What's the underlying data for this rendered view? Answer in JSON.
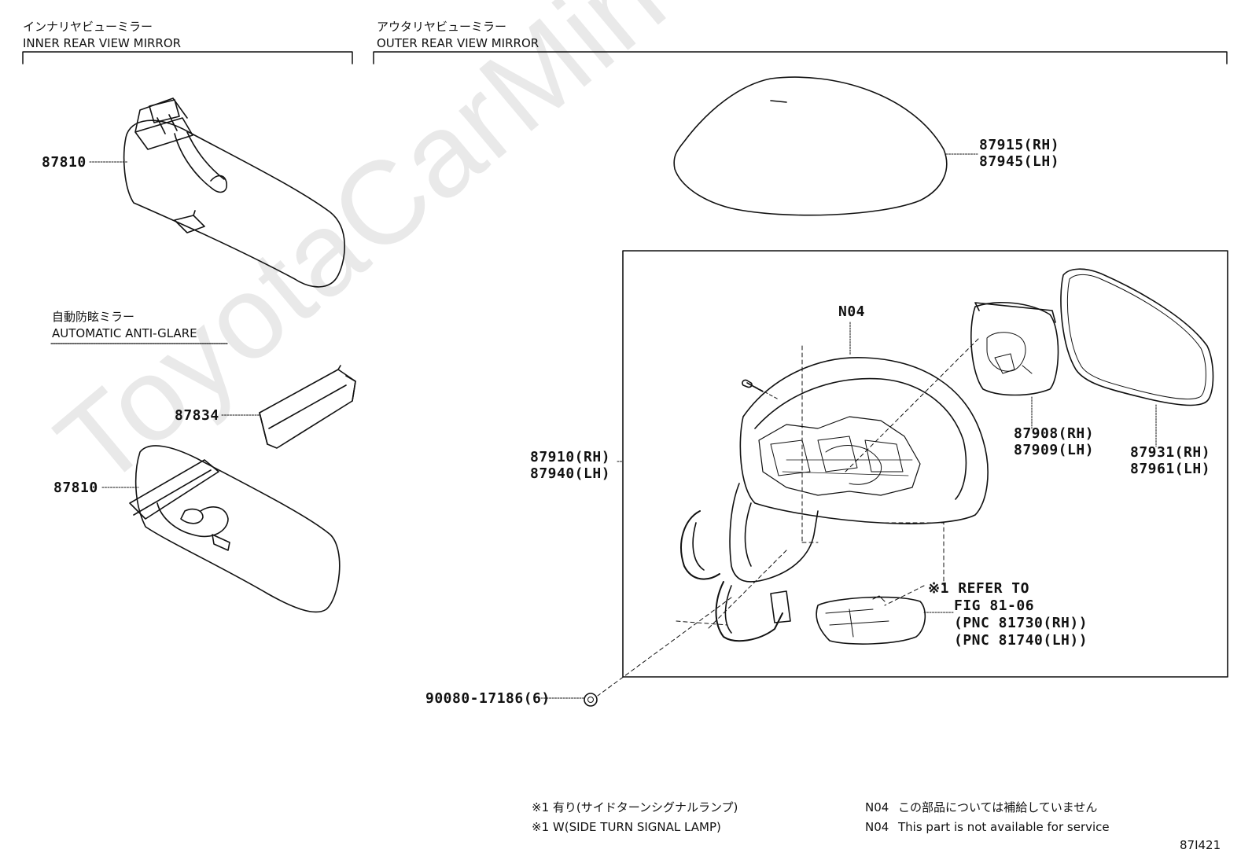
{
  "watermark": "ToyotaCarMine.ru",
  "sections": {
    "inner": {
      "jp": "インナリヤビューミラー",
      "en": "INNER REAR VIEW MIRROR"
    },
    "outer": {
      "jp": "アウタリヤビューミラー",
      "en": "OUTER REAR VIEW MIRROR"
    },
    "anti_glare": {
      "jp": "自動防眩ミラー",
      "en": "AUTOMATIC ANTI-GLARE"
    }
  },
  "parts": {
    "p87810_a": "87810",
    "p87834": "87834",
    "p87810_b": "87810",
    "p87915": "87915(RH)",
    "p87945": "87945(LH)",
    "n04": "N04",
    "p87908": "87908(RH)",
    "p87909": "87909(LH)",
    "p87931": "87931(RH)",
    "p87961": "87961(LH)",
    "p87910": "87910(RH)",
    "p87940": "87940(LH)",
    "p90080": "90080-17186(6)"
  },
  "refer": {
    "line1": "※1 REFER TO",
    "line2": "FIG 81-06",
    "line3": "(PNC 81730(RH))",
    "line4": "(PNC 81740(LH))"
  },
  "notes": {
    "n1_jp": "※1 有り(サイドターンシグナルランプ)",
    "n1_en": "※1 W(SIDE TURN SIGNAL LAMP)",
    "n04_jp_code": "N04",
    "n04_jp": "この部品については補給していません",
    "n04_en_code": "N04",
    "n04_en": "This part is not available for service"
  },
  "figure_id": "87I421"
}
